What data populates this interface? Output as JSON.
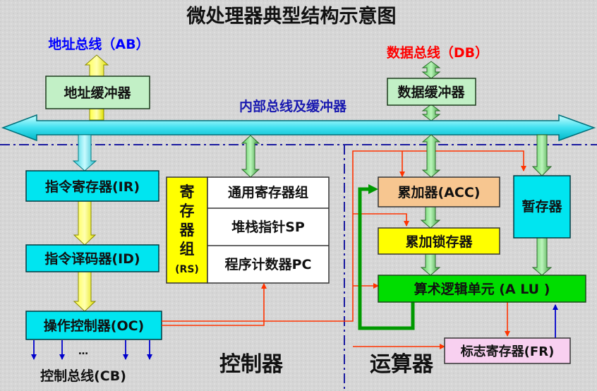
{
  "title": "微处理器典型结构示意图",
  "buses": {
    "address_bus": "地址总线（AB）",
    "data_bus": "数据总线（DB）",
    "internal_bus": "内部总线及缓冲器",
    "control_bus": "控制总线(CB)",
    "ellipsis": "…"
  },
  "blocks": {
    "address_buffer": "地址缓冲器",
    "data_buffer": "数据缓冲器",
    "instruction_register": "指令寄存器(IR)",
    "instruction_decoder": "指令译码器(ID)",
    "operation_controller": "操作控制器(OC)",
    "accumulator": "累加器(ACC)",
    "accumulator_latch": "累加锁存器",
    "temp_register": "暂存器",
    "alu": "算术逻辑单元 (A LU )",
    "flag_register": "标志寄存器(FR)"
  },
  "register_set": {
    "label_chars": [
      "寄",
      "存",
      "器",
      "组"
    ],
    "abbr": "(RS)",
    "rows": [
      "通用寄存器组",
      "堆栈指针SP",
      "程序计数器PC"
    ]
  },
  "regions": {
    "controller": "控制器",
    "arithmetic_unit": "运算器"
  },
  "colors": {
    "cyan": "#00e5f0",
    "yellow": "#ffff00",
    "orange_block": "#f7c690",
    "light_green": "#c2f0c6",
    "green": "#00dd00",
    "pink": "#f8d0f0",
    "red_line": "#ff3300",
    "blue_line": "#0000cc",
    "title_blue": "#0000ff",
    "title_red": "#ff0000"
  }
}
